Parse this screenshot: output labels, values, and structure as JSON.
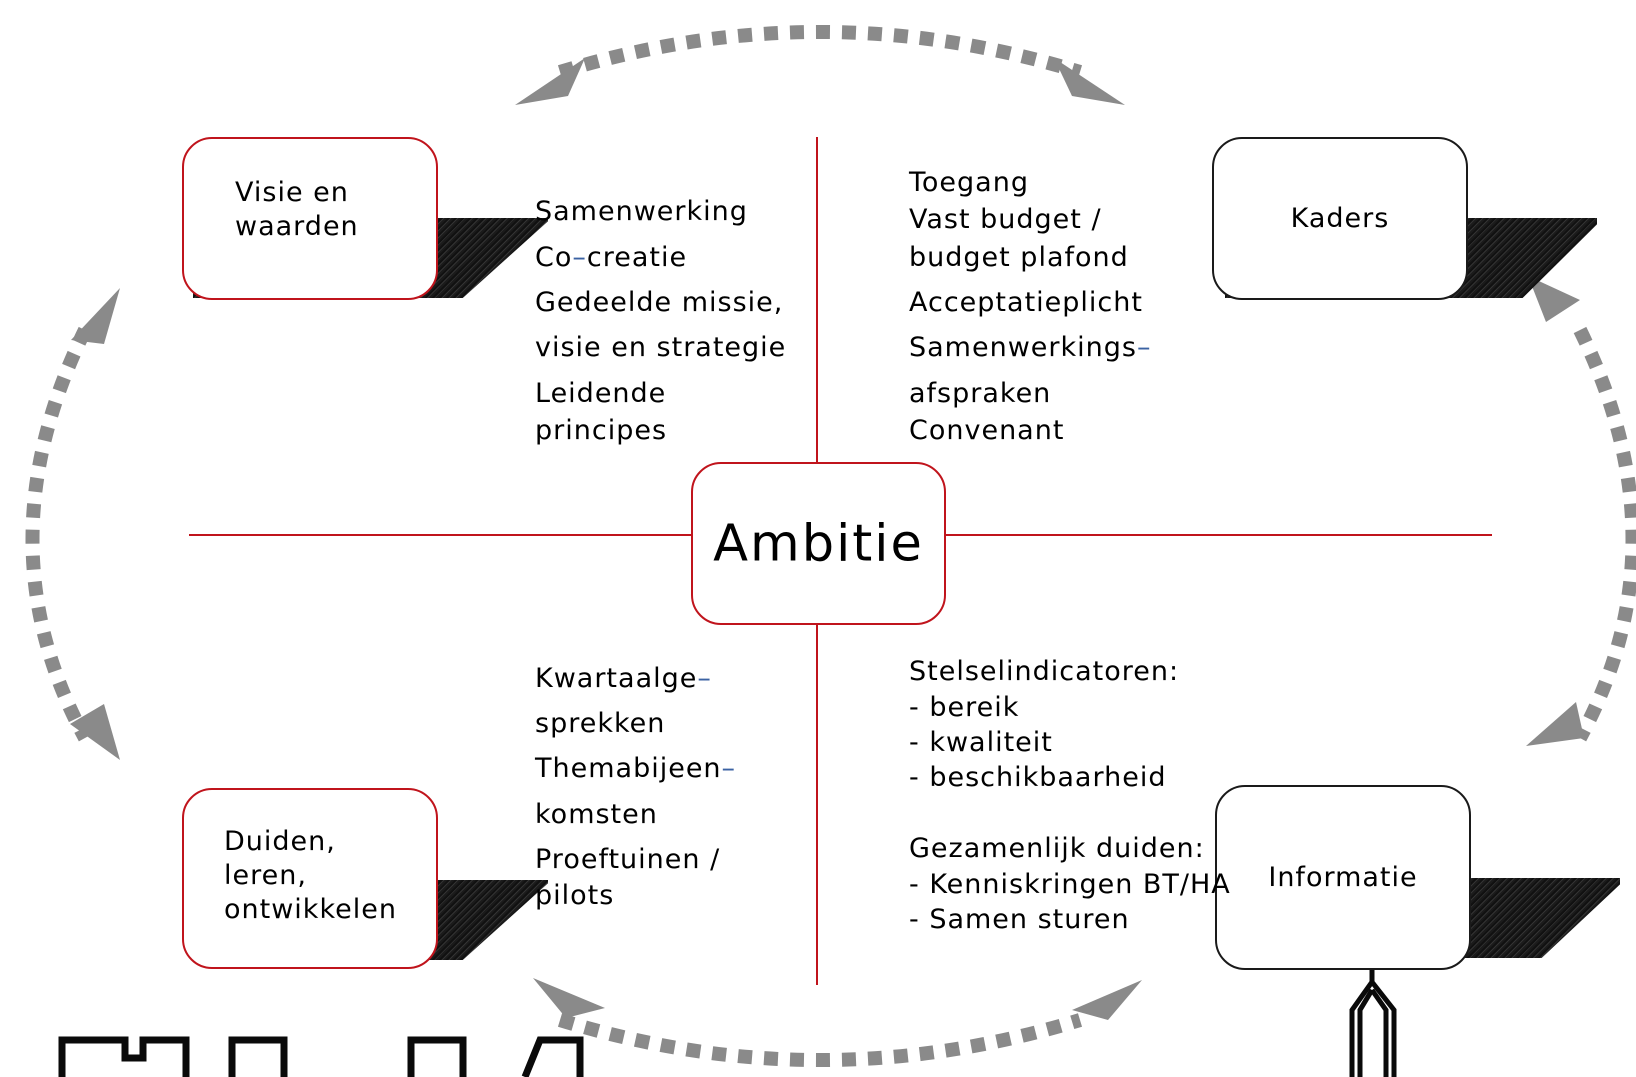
{
  "center": {
    "label": "Ambitie"
  },
  "boxes": {
    "visie": {
      "line1": "Visie en",
      "line2": "waarden"
    },
    "kaders": {
      "label": "Kaders"
    },
    "duiden": {
      "line1": "Duiden,",
      "line2": "leren,",
      "line3": "ontwikkelen"
    },
    "informatie": {
      "label": "Informatie"
    }
  },
  "quadrants": {
    "top_left": [
      "Samenwerking",
      "Co",
      "–",
      "creatie",
      "Gedeelde missie,",
      "visie en strategie",
      "Leidende",
      "principes"
    ],
    "top_right": [
      "Toegang",
      "Vast budget /",
      "budget plafond",
      "Acceptatieplicht",
      "Samenwerkings",
      "–",
      "afspraken",
      "Convenant"
    ],
    "bottom_left": [
      "Kwartaalge",
      "–",
      "sprekken",
      "Themabijeen",
      "–",
      "komsten",
      "Proeftuinen /",
      "pilots"
    ],
    "bottom_right": [
      "Stelselindicatoren:",
      "- bereik",
      "- kwaliteit",
      "- beschikbaarheid",
      "Gezamenlijk duiden:",
      "- Kenniskringen BT/HA",
      "- Samen sturen"
    ]
  },
  "colors": {
    "accent_red": "#c0141c",
    "arrow_gray": "#8a8a8a",
    "hyphen_blue": "#3b62a3",
    "text": "#000000"
  },
  "icons": [
    "dashed-double-arrow-icon",
    "building-icon",
    "church-tower-icon"
  ]
}
